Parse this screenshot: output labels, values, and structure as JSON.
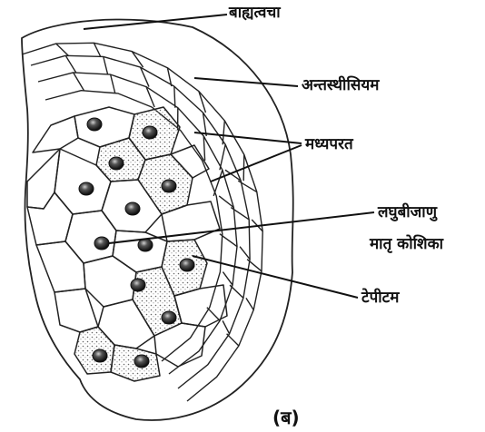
{
  "diagram": {
    "labels": {
      "epidermis": "बाह्यत्वचा",
      "endothecium": "अन्तस्थीसियम",
      "middle_layers": "मध्यपरत",
      "mmc_line1": "लघुबीजाणु",
      "mmc_line2": "मातृ कोशिका",
      "tapetum": "टेपीटम"
    },
    "caption": "(ब)"
  }
}
